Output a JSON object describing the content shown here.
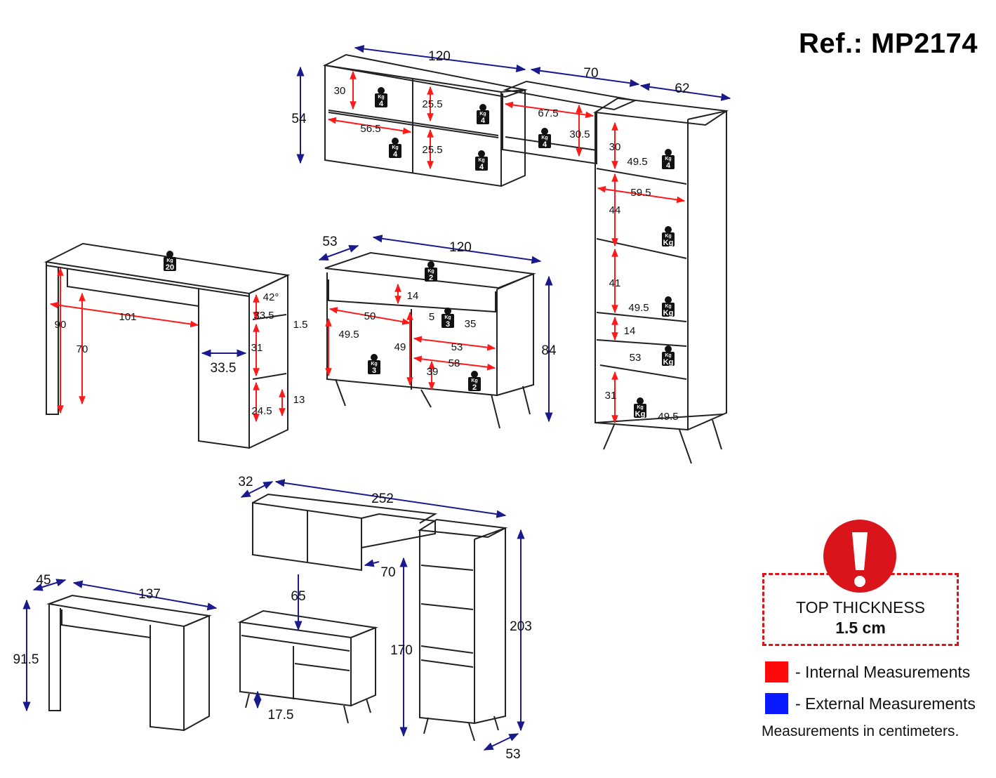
{
  "ref": "Ref.: MP2174",
  "notice": {
    "line1": "TOP THICKNESS",
    "line2": "1.5 cm",
    "icon": "exclamation-icon"
  },
  "legend": [
    {
      "label": "- Internal Measurements",
      "color": "#ff0a0a"
    },
    {
      "label": "- External Measurements",
      "color": "#0a1aff"
    }
  ],
  "units_note": "Measurements in centimeters.",
  "colors": {
    "internal": "#ff1a1a",
    "external": "#1a1a8c",
    "warning": "#d9141b"
  },
  "upper_cabinet": {
    "width": "120",
    "height": "54",
    "shelf_h": "30",
    "inner_w": "56.5",
    "cell_h1": "25.5",
    "cell_h2": "25.5",
    "kg": [
      "4",
      "4",
      "4",
      "4"
    ]
  },
  "bridge_cabinet": {
    "width": "70",
    "inner_w": "67.5",
    "inner_h": "30.5",
    "kg": "4"
  },
  "tower": {
    "depth": "62",
    "h1": "30",
    "w1": "49.5",
    "w2": "59.5",
    "h2": "44",
    "h3": "41",
    "w3": "49.5",
    "h4": "14",
    "w4": "53",
    "h5": "31",
    "w5": "49.5",
    "kg": [
      "4",
      "Kg",
      "Kg",
      "Kg",
      "Kg"
    ]
  },
  "desk": {
    "kg": "20",
    "inner_w": "101",
    "height": "90",
    "inner_h": "70",
    "depth": "33.5",
    "angle": "42°",
    "shelf_h1": "33.5",
    "shelf_t": "1.5",
    "shelf_h2": "31",
    "shelf_h3": "24.5",
    "shelf_h4": "13"
  },
  "sideboard": {
    "depth": "53",
    "width": "120",
    "height": "84",
    "drawer_h": "14",
    "w1": "50",
    "h1": "49.5",
    "h2": "49",
    "small": "5",
    "w2": "35",
    "w3": "53",
    "w4": "58",
    "h3": "39",
    "kg": [
      "2",
      "3",
      "3",
      "2"
    ]
  },
  "assembly": {
    "depth_top": "32",
    "width": "252",
    "gap_bridge": "70",
    "gap_top": "65",
    "leg_h": "17.5",
    "tall_h": "170",
    "total_h": "203",
    "depth_bottom": "53"
  },
  "desk_small": {
    "depth": "45",
    "width": "137",
    "height": "91.5"
  }
}
